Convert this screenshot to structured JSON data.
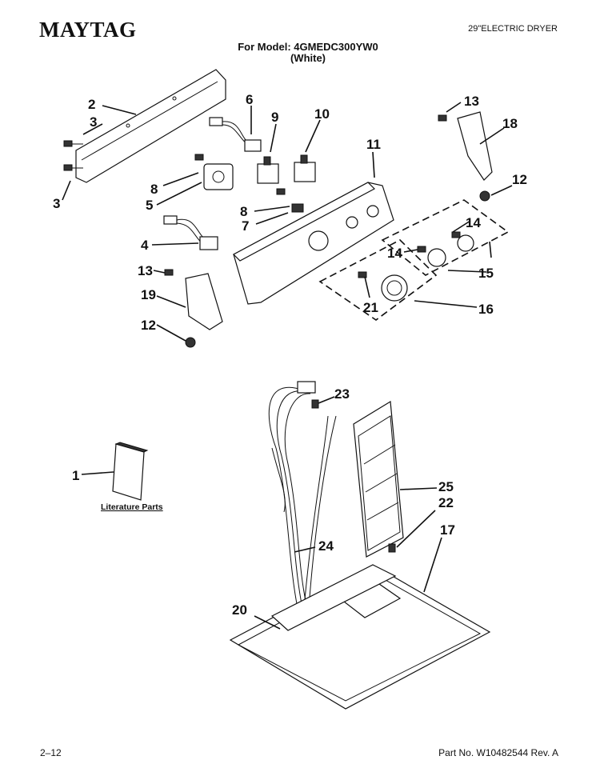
{
  "header": {
    "brand": "MAYTAG",
    "product": "29\"ELECTRIC DRYER",
    "model_line": "For Model: 4GMEDC300YW0",
    "color_line": "(White)"
  },
  "callouts": [
    "2",
    "3",
    "3",
    "6",
    "9",
    "10",
    "11",
    "13",
    "18",
    "12",
    "8",
    "5",
    "8",
    "7",
    "14",
    "14",
    "15",
    "4",
    "13",
    "19",
    "12",
    "21",
    "16",
    "23",
    "1",
    "25",
    "22",
    "17",
    "24",
    "20"
  ],
  "literature_label": "Literature Parts",
  "footer": {
    "page": "2–12",
    "part_no": "Part No. W10482544 Rev. A"
  }
}
